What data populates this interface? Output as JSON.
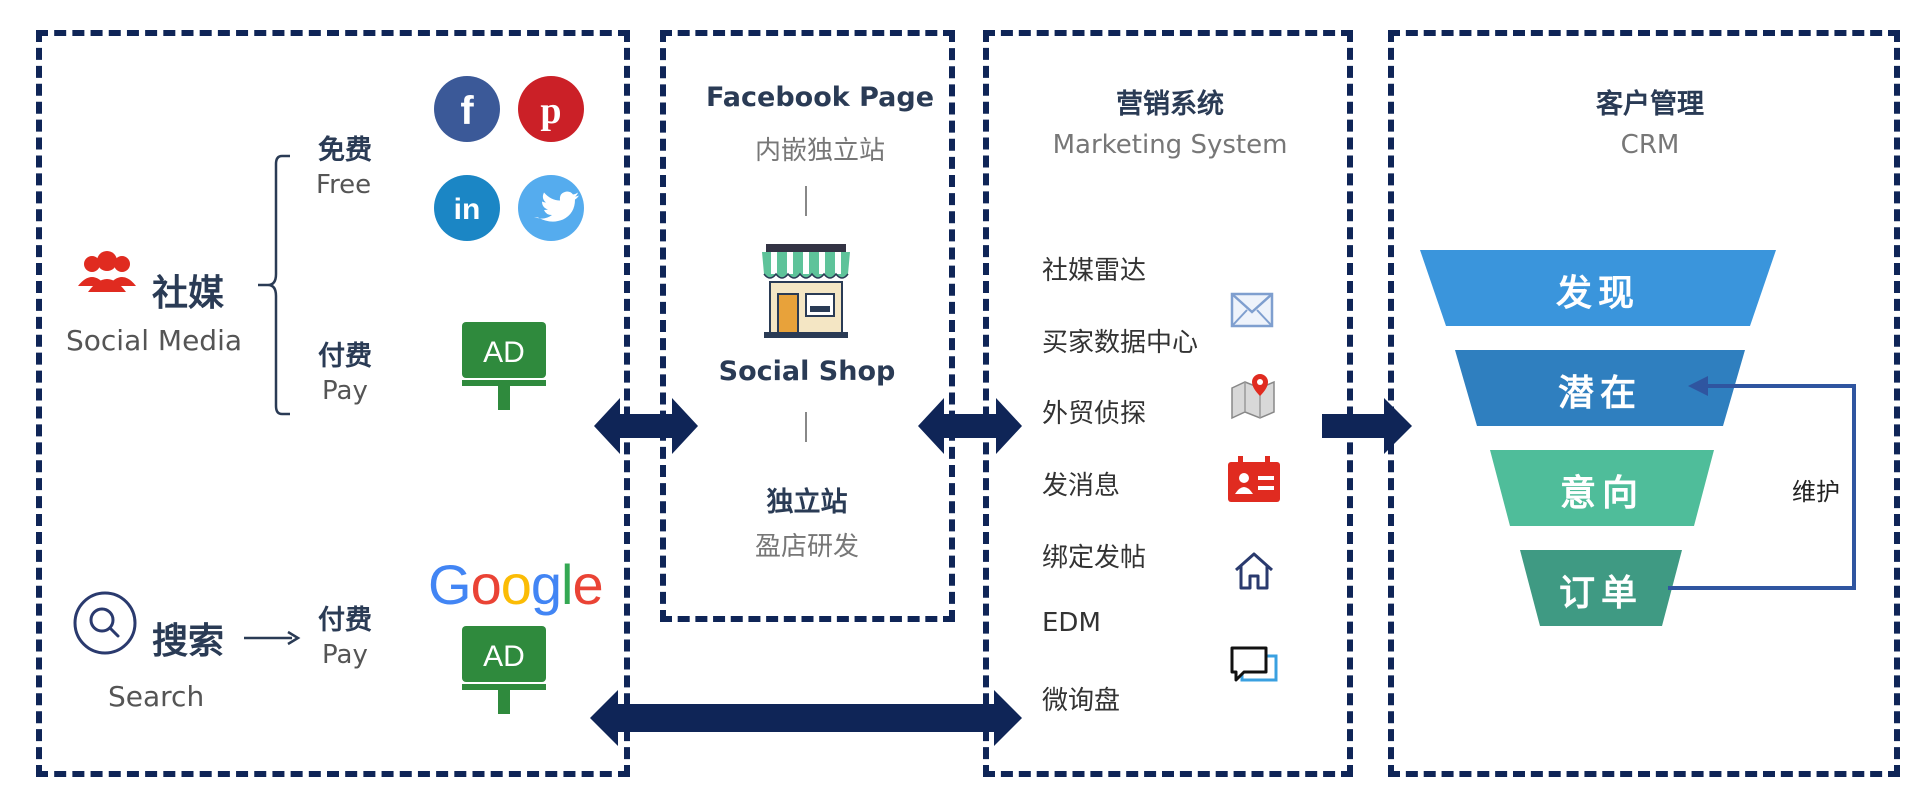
{
  "channels": {
    "social": {
      "title": "社媒",
      "subtitle": "Social Media"
    },
    "free": {
      "title": "免费",
      "subtitle": "Free"
    },
    "paid_social": {
      "title": "付费",
      "subtitle": "Pay"
    },
    "search": {
      "title": "搜索",
      "subtitle": "Search"
    },
    "paid_search": {
      "title": "付费",
      "subtitle": "Pay"
    },
    "google_logo": "Google",
    "ad_badge": "AD"
  },
  "shop": {
    "title": "Facebook Page",
    "subtitle": "内嵌独立站",
    "center_label": "Social Shop",
    "standalone_title": "独立站",
    "standalone_subtitle": "盈店研发"
  },
  "marketing": {
    "title": "营销系统",
    "subtitle": "Marketing System",
    "items": [
      "社媒雷达",
      "买家数据中心",
      "外贸侦探",
      "发消息",
      "绑定发帖",
      "EDM",
      "微询盘"
    ]
  },
  "crm": {
    "title": "客户管理",
    "subtitle": "CRM",
    "stages": [
      "发现",
      "潜在",
      "意向",
      "订单"
    ],
    "loop_label": "维护",
    "colors": {
      "discover": "#3a95dc",
      "potential": "#2f7fbf",
      "intent": "#4fbd9a",
      "order": "#3f9a83"
    }
  },
  "colors": {
    "navy": "#0f2557",
    "red": "#e02b20",
    "ad_green": "#2f8a3d"
  }
}
